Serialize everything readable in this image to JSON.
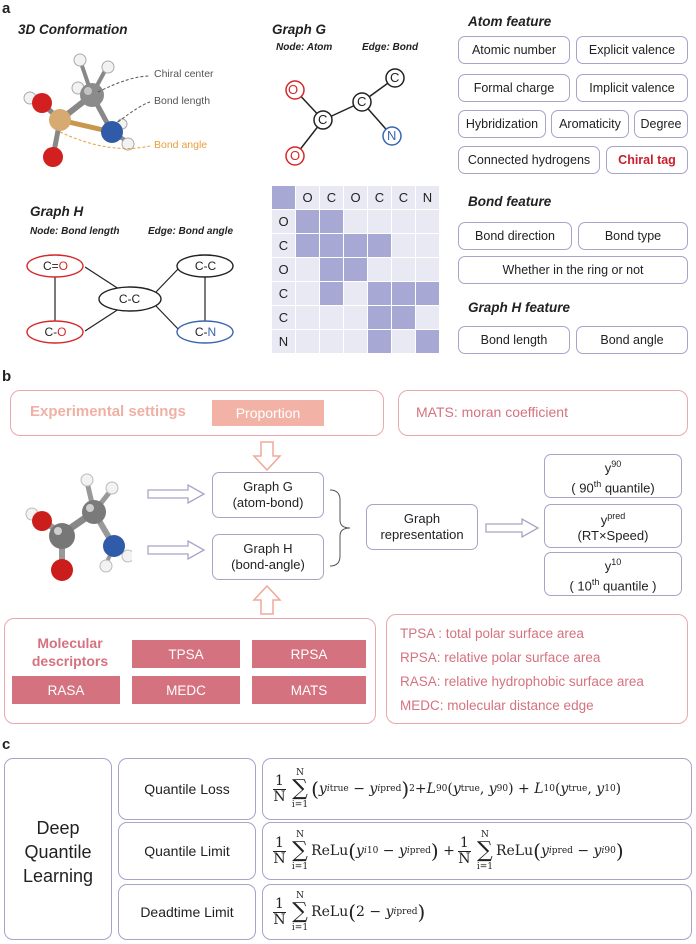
{
  "panel_a": {
    "letter": "a",
    "conf_title": "3D Conformation",
    "conf_labels": [
      "Chiral center",
      "Bond length",
      "Bond angle"
    ],
    "graph_g": {
      "title": "Graph G",
      "node_label": "Node: Atom",
      "edge_label": "Edge: Bond",
      "atoms": [
        "O",
        "C",
        "C",
        "C",
        "O",
        "N"
      ]
    },
    "graph_h": {
      "title": "Graph H",
      "node_label": "Node: Bond length",
      "edge_label": "Edge: Bond angle",
      "nodes": [
        {
          "prefix": "C=",
          "suffix": "O"
        },
        {
          "prefix": "C-",
          "suffix": "O"
        },
        {
          "prefix": "C-C",
          "suffix": ""
        },
        {
          "prefix": "C-C",
          "suffix": ""
        },
        {
          "prefix": "C-",
          "suffix": "N"
        }
      ]
    },
    "matrix": {
      "headers": [
        "O",
        "C",
        "O",
        "C",
        "C",
        "N"
      ],
      "filled": [
        [
          1,
          1,
          0,
          0,
          0,
          0
        ],
        [
          1,
          1,
          1,
          1,
          0,
          0
        ],
        [
          0,
          1,
          1,
          0,
          0,
          0
        ],
        [
          0,
          1,
          0,
          1,
          1,
          1
        ],
        [
          0,
          0,
          0,
          1,
          1,
          0
        ],
        [
          0,
          0,
          0,
          1,
          0,
          1
        ]
      ]
    },
    "atom_feature": {
      "title": "Atom feature",
      "items": [
        "Atomic number",
        "Explicit valence",
        "Formal charge",
        "Implicit valence",
        "Hybridization",
        "Aromaticity",
        "Degree",
        "Connected hydrogens",
        "Chiral tag"
      ]
    },
    "bond_feature": {
      "title": "Bond feature",
      "items": [
        "Bond direction",
        "Bond type",
        "Whether in the ring or not"
      ]
    },
    "graph_h_feature": {
      "title": "Graph H feature",
      "items": [
        "Bond length",
        "Bond angle"
      ]
    }
  },
  "panel_b": {
    "letter": "b",
    "experimental": "Experimental settings",
    "proportion": "Proportion",
    "mats_note": "MATS: moran coefficient",
    "graph_g": [
      "Graph  G",
      "(atom-bond)"
    ],
    "graph_h": [
      "Graph  H",
      "(bond-angle)"
    ],
    "graph_rep": [
      "Graph",
      "representation"
    ],
    "outputs": [
      {
        "base": "y",
        "sup": "90",
        "line2_pre": "( 90",
        "line2_sup": "th",
        "line2_post": " quantile)"
      },
      {
        "base": "y",
        "sup": "pred",
        "line2_pre": "(RT×Speed)",
        "line2_sup": "",
        "line2_post": ""
      },
      {
        "base": "y",
        "sup": "10",
        "line2_pre": "( 10",
        "line2_sup": "th",
        "line2_post": " quantile )"
      }
    ],
    "mol_desc": [
      "Molecular",
      "descriptors"
    ],
    "descriptors": [
      "TPSA",
      "RPSA",
      "RASA",
      "MEDC",
      "MATS"
    ],
    "desc_notes": [
      "TPSA : total polar surface area",
      "RPSA: relative polar surface area",
      "RASA: relative hydrophobic surface area",
      "MEDC: molecular distance edge"
    ]
  },
  "panel_c": {
    "letter": "c",
    "dql": [
      "Deep",
      "Quantile",
      "Learning"
    ],
    "rows": [
      "Quantile Loss",
      "Quantile Limit",
      "Deadtime Limit"
    ]
  },
  "colors": {
    "lavender": "#a9a3c8",
    "matrix_fill": "#a7a8d3",
    "matrix_empty": "#e9e9f3",
    "pink": "#d5727f",
    "pink_light": "#f2b5a8",
    "red": "#c8202a",
    "blue": "#3a64b0"
  }
}
